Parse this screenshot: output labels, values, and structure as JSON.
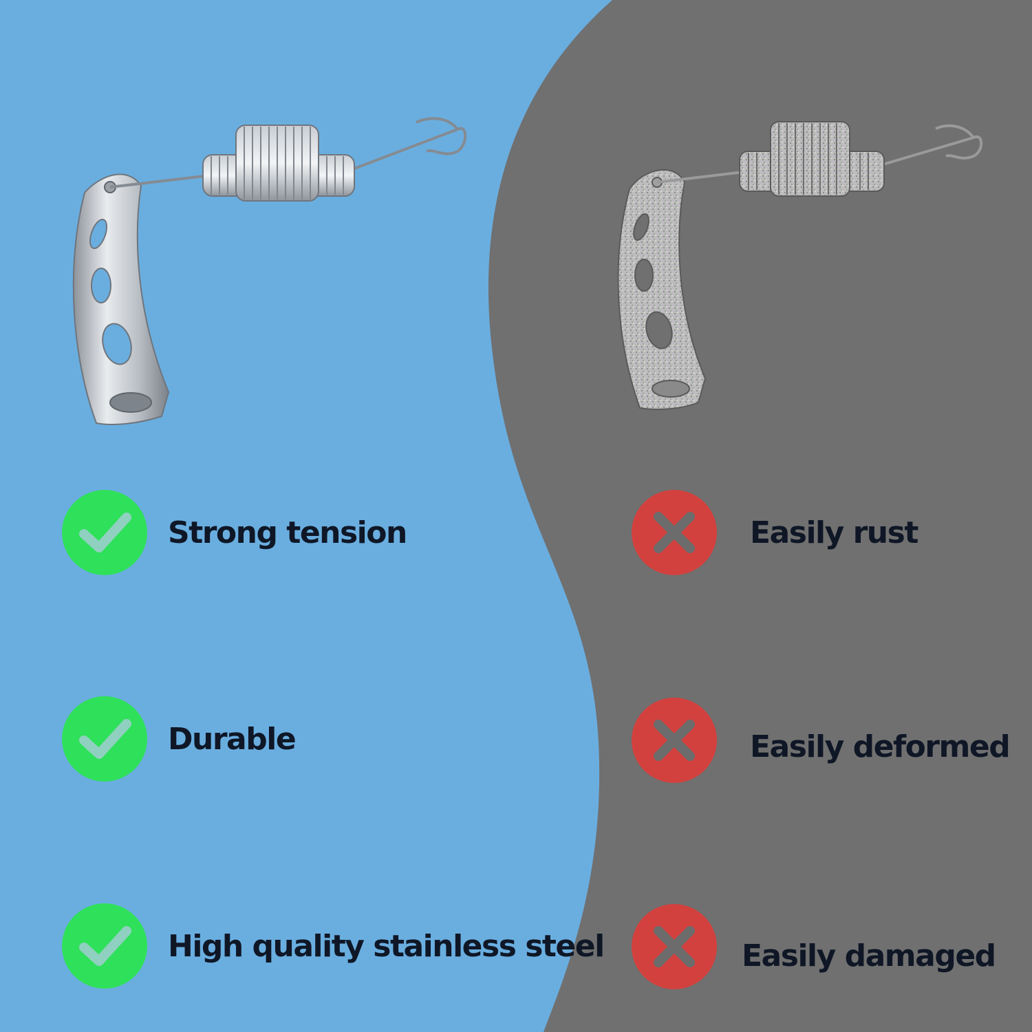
{
  "colors": {
    "left_background": "#6aaee0",
    "right_background": "#707070",
    "good_badge": "#2fe05a",
    "bad_badge": "#d2413e",
    "label_text": "#0f1726"
  },
  "left_panel": {
    "product": "stainless steel spring with curved bracket",
    "features": [
      {
        "icon": "check-icon",
        "label": "Strong tension"
      },
      {
        "icon": "check-icon",
        "label": "Durable"
      },
      {
        "icon": "check-icon",
        "label": "High quality stainless steel"
      }
    ]
  },
  "right_panel": {
    "product": "rusty spring with curved bracket",
    "features": [
      {
        "icon": "x-icon",
        "label": "Easily rust"
      },
      {
        "icon": "x-icon",
        "label": "Easily deformed"
      },
      {
        "icon": "x-icon",
        "label": "Easily damaged"
      }
    ]
  }
}
